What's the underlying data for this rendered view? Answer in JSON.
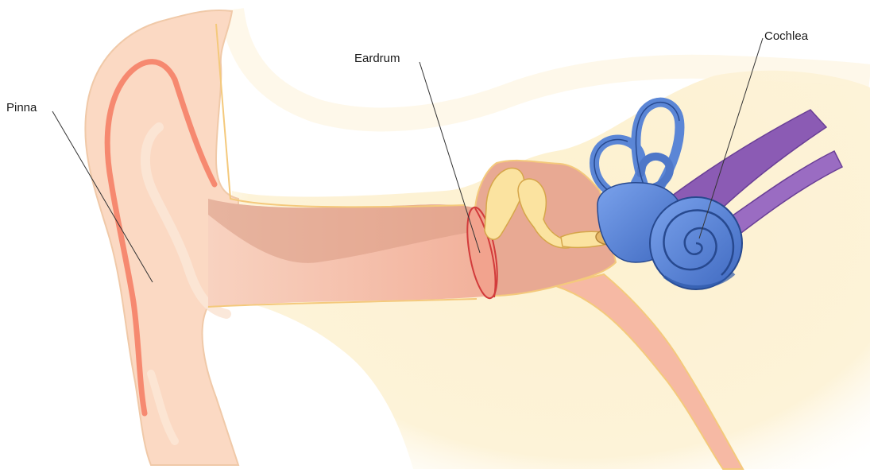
{
  "labels": {
    "pinna": "Pinna",
    "eardrum": "Eardrum",
    "cochlea": "Cochlea"
  },
  "colors": {
    "skin": "#fbd9c3",
    "skin_outline": "#f0c9a8",
    "helix_highlight": "#f47a62",
    "tissue": "#fdf1d0",
    "tissue_edge": "#f4c97c",
    "canal": "#f6b9a4",
    "canal_shadow": "#d89a84",
    "eardrum": "#f2a38e",
    "eardrum_edge": "#d23b3b",
    "ossicles": "#fbe3a0",
    "ossicles_edge": "#d6a64a",
    "inner_ear": "#5b86d6",
    "inner_ear_edge": "#27498f",
    "nerve": "#8b5bb4",
    "label_text": "#1a1a1a",
    "leader_line": "#333333"
  }
}
